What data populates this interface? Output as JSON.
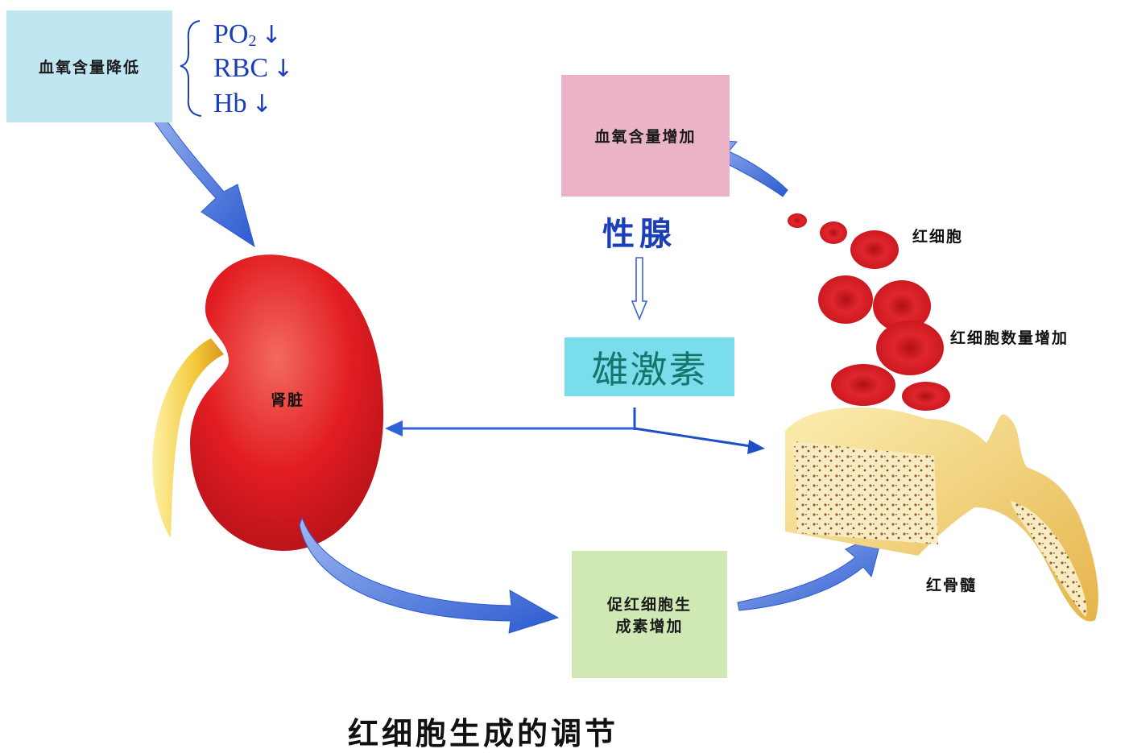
{
  "blood_oxygen_low": {
    "label": "血氧含量降低",
    "indicators": [
      {
        "name": "PO",
        "sub": "2",
        "arrow": "↓"
      },
      {
        "name": "RBC",
        "arrow": "↓"
      },
      {
        "name": "Hb",
        "arrow": "↓"
      }
    ]
  },
  "blood_oxygen_high": {
    "label": "血氧含量增加"
  },
  "gonad": {
    "label": "性腺"
  },
  "androgen": {
    "label": "雄激素"
  },
  "kidney": {
    "label": "肾脏"
  },
  "epo": {
    "line1": "促红细胞生",
    "line2": "成素增加"
  },
  "rbc": {
    "label": "红细胞"
  },
  "rbc_increase": {
    "label": "红细胞数量增加"
  },
  "marrow": {
    "label": "红骨髓"
  },
  "caption": "红细胞生成的调节",
  "colors": {
    "arrow_blue": "#2f63d6",
    "text_blue": "#1b3fb8",
    "kidney_red": "#e01e22",
    "ureter_yellow": "#f2c93a",
    "bone_yellow": "#f3dd7e",
    "rbc_red": "#d8202a",
    "box_low": "#bfe6f1",
    "box_high": "#eab3c8",
    "box_epo": "#cfe8b4",
    "box_androgen": "#79ddec"
  }
}
